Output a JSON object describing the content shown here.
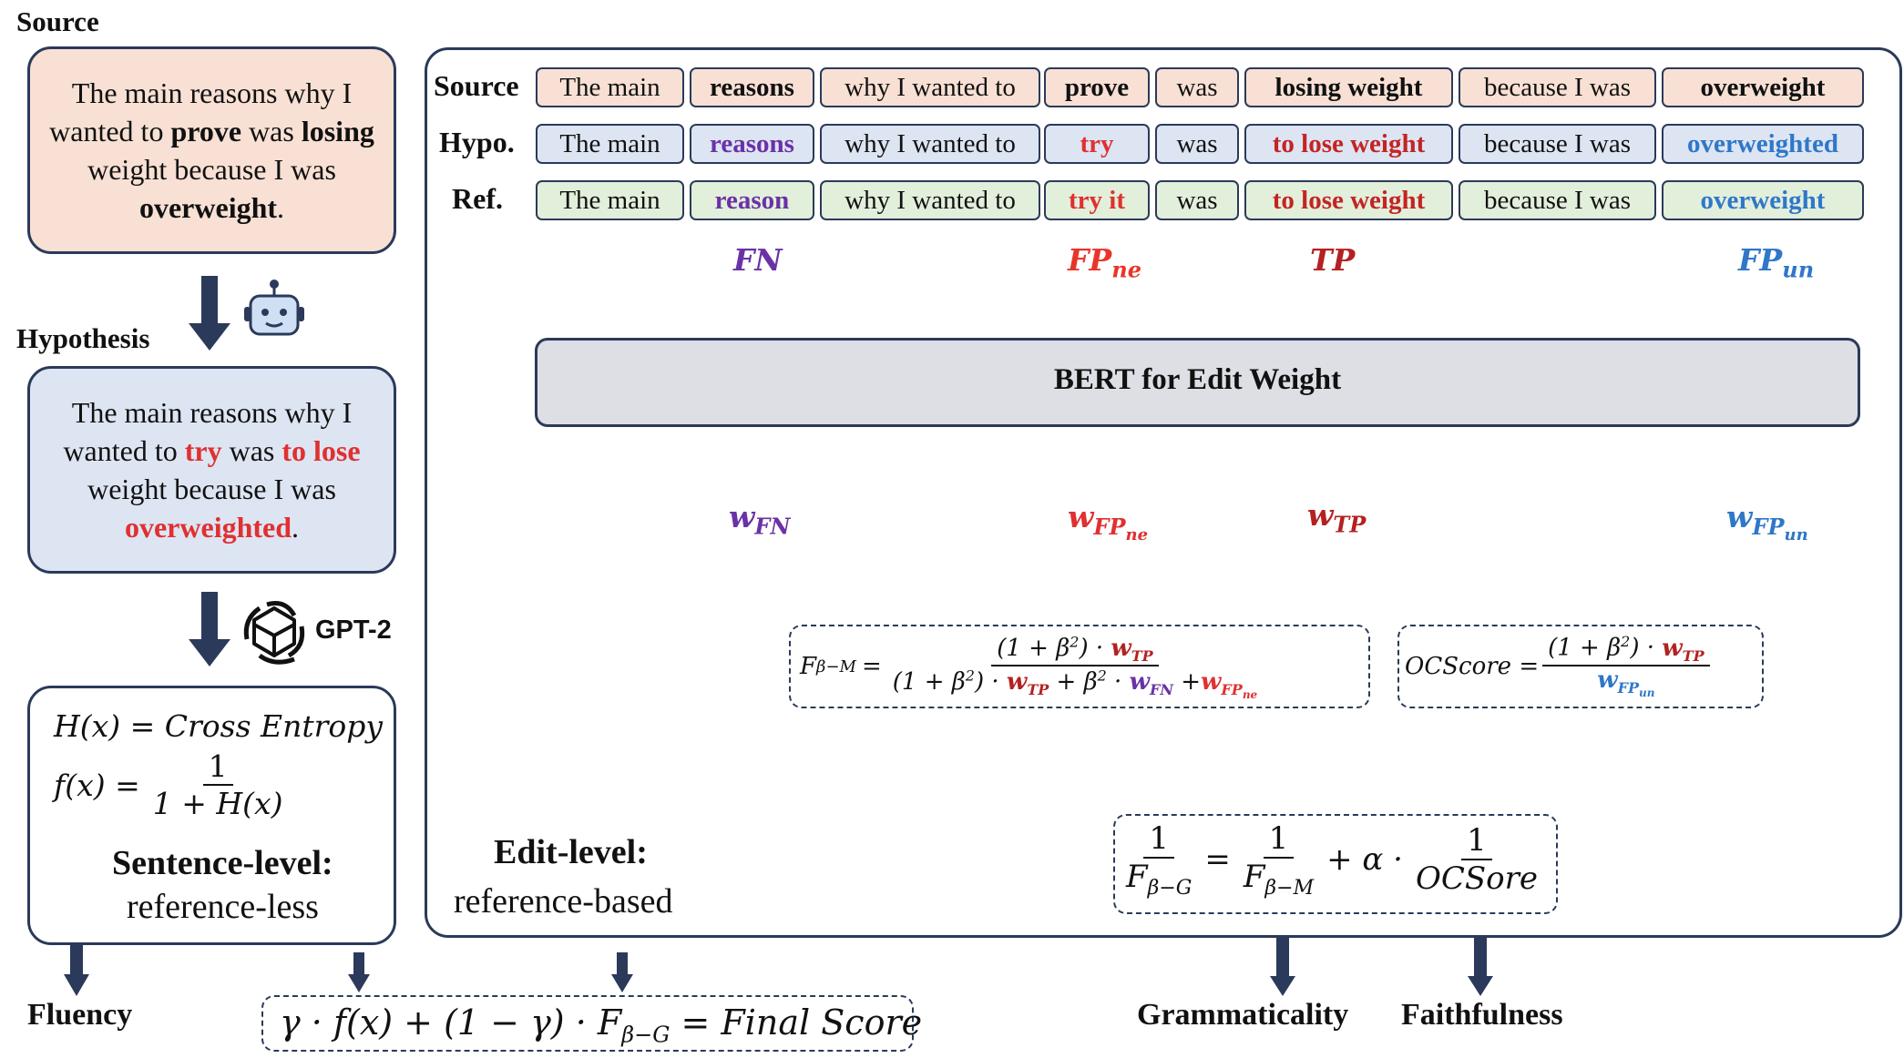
{
  "left": {
    "source_label": "Source",
    "source_text": [
      {
        "t": "The main reasons why I wanted to ",
        "s": "n"
      },
      {
        "t": "prove",
        "s": "b"
      },
      {
        "t": " was ",
        "s": "n"
      },
      {
        "t": "losing",
        "s": "b"
      },
      {
        "t": " weight because I was ",
        "s": "n"
      },
      {
        "t": "overweight",
        "s": "b"
      },
      {
        "t": ".",
        "s": "n"
      }
    ],
    "hypothesis_label": "Hypothesis",
    "hypothesis_text": [
      {
        "t": "The main reasons why I wanted to ",
        "s": "n"
      },
      {
        "t": "try",
        "s": "r"
      },
      {
        "t": " was ",
        "s": "n"
      },
      {
        "t": "to lose",
        "s": "r"
      },
      {
        "t": " weight because I was ",
        "s": "n"
      },
      {
        "t": "overweighted",
        "s": "r"
      },
      {
        "t": ".",
        "s": "n"
      }
    ],
    "gpt_label": "GPT-2",
    "entropy_formula": "H(x) = Cross Entropy",
    "f_lhs": "f(x) =",
    "f_num": "1",
    "f_den": "1 + H(x)",
    "sentence_level_title": "Sentence-level:",
    "sentence_level_sub": "reference-less",
    "fluency_label": "Fluency"
  },
  "table": {
    "rows": [
      {
        "label": "Source",
        "color": "#f8e0d4",
        "cells": [
          {
            "t": "The main",
            "s": "n"
          },
          {
            "t": "reasons",
            "s": "b"
          },
          {
            "t": "why I wanted to",
            "s": "n"
          },
          {
            "t": "prove",
            "s": "b"
          },
          {
            "t": "was",
            "s": "n"
          },
          {
            "t": "losing weight",
            "s": "b"
          },
          {
            "t": "because I was",
            "s": "n"
          },
          {
            "t": "overweight",
            "s": "b"
          }
        ]
      },
      {
        "label": "Hypo.",
        "color": "#dde5f3",
        "cells": [
          {
            "t": "The main",
            "s": "n"
          },
          {
            "t": "reasons",
            "s": "purple"
          },
          {
            "t": "why I wanted to",
            "s": "n"
          },
          {
            "t": "try",
            "s": "red"
          },
          {
            "t": "was",
            "s": "n"
          },
          {
            "t": "to lose weight",
            "s": "darkred"
          },
          {
            "t": "because I was",
            "s": "n"
          },
          {
            "t": "overweighted",
            "s": "blue"
          }
        ]
      },
      {
        "label": "Ref.",
        "color": "#e2efdb",
        "cells": [
          {
            "t": "The main",
            "s": "n"
          },
          {
            "t": "reason",
            "s": "purple"
          },
          {
            "t": "why I wanted to",
            "s": "n"
          },
          {
            "t": "try it",
            "s": "red"
          },
          {
            "t": "was",
            "s": "n"
          },
          {
            "t": "to lose weight",
            "s": "darkred"
          },
          {
            "t": "because I was",
            "s": "n"
          },
          {
            "t": "overweight",
            "s": "blue"
          }
        ]
      }
    ]
  },
  "edits": {
    "fn": {
      "main": "FN",
      "sub": "",
      "color": "#6a32a6"
    },
    "fp_ne": {
      "main": "FP",
      "sub": "ne",
      "color": "#e8352b"
    },
    "tp": {
      "main": "TP",
      "sub": "",
      "color": "#b42121"
    },
    "fp_un": {
      "main": "FP",
      "sub": "un",
      "color": "#2f77c8"
    },
    "w": "w"
  },
  "bert_label": "BERT for Edit Weight",
  "formulas": {
    "fbm_lhs": "F",
    "fbm_lhs_sub": "β−M",
    "one_plus_beta": "(1 + β",
    "sq": "2",
    "close_dot": ") · ",
    "beta": "β",
    "plus": "+",
    "ocscore_lhs": "OCScore =",
    "fbg_one": "1",
    "fbg_den": "F",
    "fbg_den_sub": "β−G",
    "fbm_den_sub": "β−M",
    "alpha": "+ α ·",
    "ocscore_den": "OCSore",
    "final_score": "γ · f(x) + (1 − γ) · F",
    "final_sub": "β−G",
    "final_rhs": " = Final Score"
  },
  "edit_level_title": "Edit-level:",
  "edit_level_sub": "reference-based",
  "grammaticality_label": "Grammaticality",
  "faithfulness_label": "Faithfulness"
}
